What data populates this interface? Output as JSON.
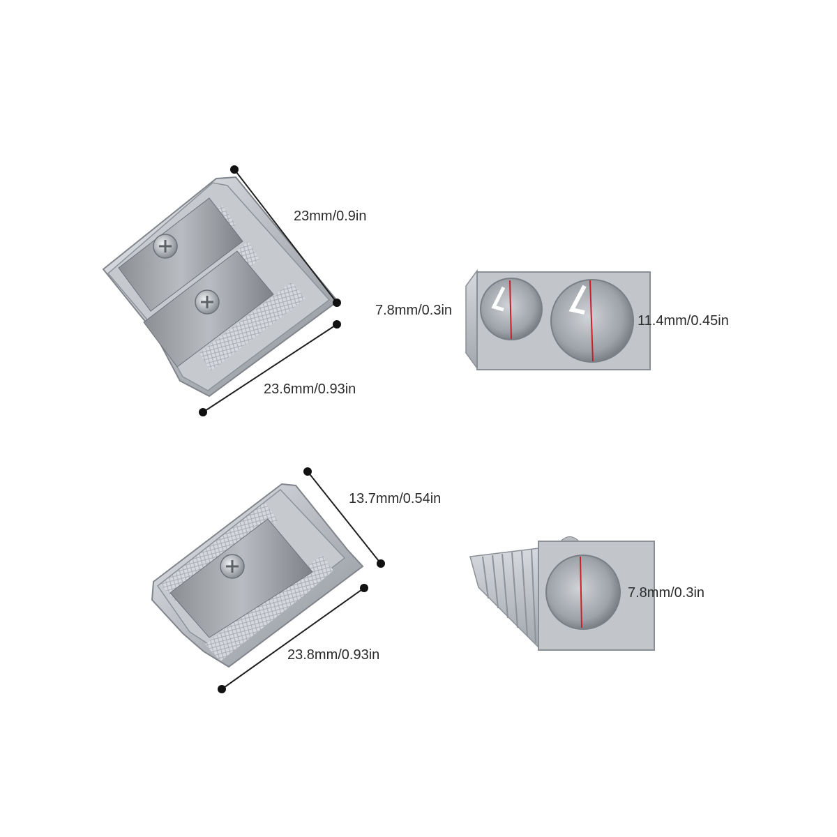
{
  "product": {
    "name": "metal double-hole and single-hole pencil sharpeners",
    "metal_color": "#c9ccd0",
    "marker_color": "#c8202a"
  },
  "double_sharpener": {
    "length_label": "23mm/0.9in",
    "width_label": "23.6mm/0.93in",
    "small_hole_label": "7.8mm/0.3in",
    "large_hole_label": "11.4mm/0.45in"
  },
  "single_sharpener": {
    "length_label": "13.7mm/0.54in",
    "width_label": "23.8mm/0.93in",
    "hole_label": "7.8mm/0.3in"
  }
}
